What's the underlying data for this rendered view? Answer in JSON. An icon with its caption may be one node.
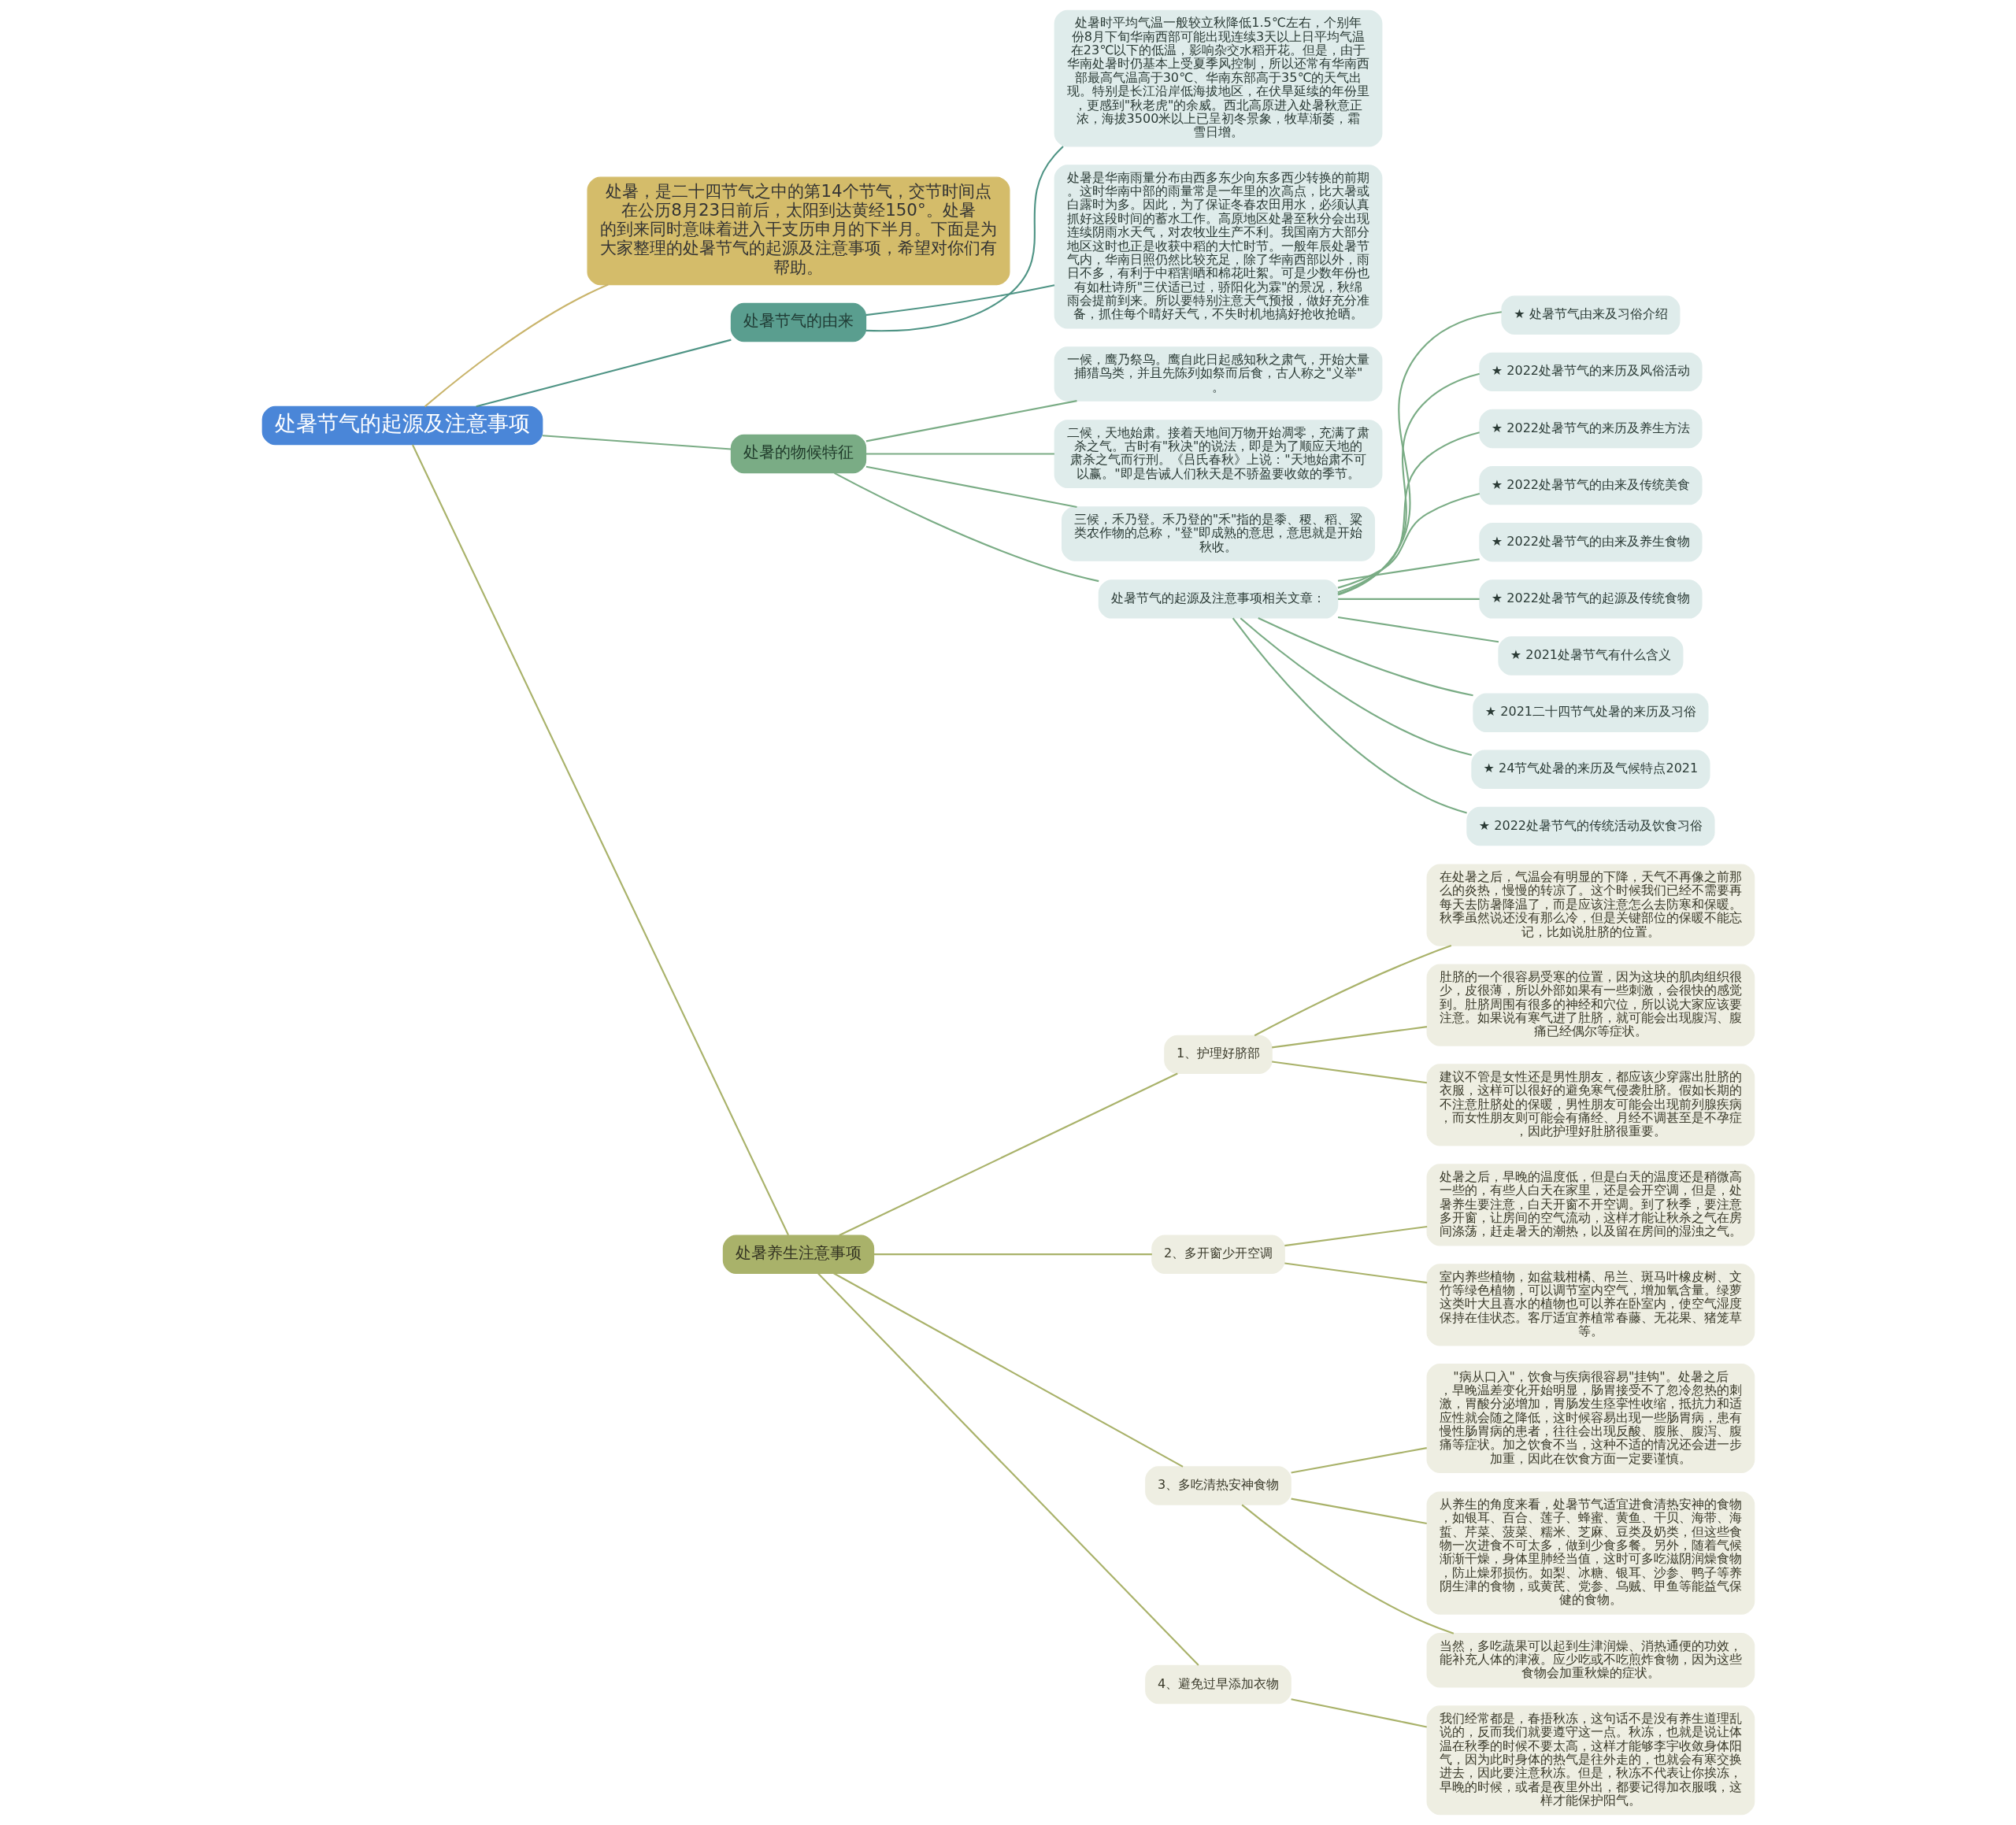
{
  "diagram": {
    "nodes": [
      {
        "text": [
          "处暑节气的起源及注意事项"
        ]
      },
      {
        "text": [
          "处暑，是二十四节气之中的第14个节气，交节时间点在公历8月23日前后，太阳到达黄经150°。处暑的到来同时意味着进入干支历申月的下半月。下面是为大家整理的处暑节气的起源及注意事项，希望对你们有帮助。"
        ]
      },
      {
        "text": [
          "处暑节气的由来"
        ]
      },
      {
        "text": [
          "处暑时平均气温一般较立秋降低1.5℃左右，个别年份8月下旬华南西部可能出现连续3天以上日平均气温在23℃以下的低温，影响杂交水稻开花。但是，由于华南处暑时仍基本上受夏季风控制，所以还常有华南西部最高气温高于30℃、华南东部高于35℃的天气出现。特别是长江沿岸低海拔地区，在伏旱延续的年份里，更感到\"秋老虎\"的余威。西北高原进入处暑秋意正浓，海拔3500米以上已呈初冬景象，牧草渐萎，霜雪日增。"
        ]
      },
      {
        "text": [
          "处暑是华南雨量分布由西多东少向东多西少转换的前期。这时华南中部的雨量常是一年里的次高点，比大暑或白露时为多。因此，为了保证冬春农田用水，必须认真抓好这段时间的蓄水工作。高原地区处暑至秋分会出现连续阴雨水天气，对农牧业生产不利。我国南方大部分地区这时也正是收获中稻的大忙时节。一般年辰处暑节气内，华南日照仍然比较充足，除了华南西部以外，雨日不多，有利于中稻割晒和棉花吐絮。可是少数年份也有如杜诗所\"三伏适已过，骄阳化为霖\"的景况，秋绵雨会提前到来。所以要特别注意天气预报，做好充分准备，抓住每个晴好天气，不失时机地搞好抢收抢晒。"
        ]
      },
      {
        "text": [
          "处暑的物候特征"
        ]
      },
      {
        "text": [
          "一候，鹰乃祭鸟。鹰自此日起感知秋之肃气，开始大量捕猎鸟类，并且先陈列如祭而后食，古人称之\"义举\"。"
        ]
      },
      {
        "text": [
          "二候，天地始肃。接着天地间万物开始凋零，充满了肃杀之气。古时有\"秋决\"的说法，即是为了顺应天地的肃杀之气而行刑。《吕氏春秋》上说：\"天地始肃不可以赢。\"即是告诫人们秋天是不骄盈要收敛的季节。"
        ]
      },
      {
        "text": [
          "三候，禾乃登。禾乃登的\"禾\"指的是黍、稷、稻、粱类农作物的总称，\"登\"即成熟的意思，意思就是开始秋收。"
        ]
      },
      {
        "text": [
          "处暑节气的起源及注意事项相关文章："
        ]
      },
      {
        "text": [
          "★ 处暑节气由来及习俗介绍"
        ]
      },
      {
        "text": [
          "★ 2022处暑节气的来历及风俗活动"
        ]
      },
      {
        "text": [
          "★ 2022处暑节气的来历及养生方法"
        ]
      },
      {
        "text": [
          "★ 2022处暑节气的由来及传统美食"
        ]
      },
      {
        "text": [
          "★ 2022处暑节气的由来及养生食物"
        ]
      },
      {
        "text": [
          "★ 2022处暑节气的起源及传统食物"
        ]
      },
      {
        "text": [
          "★ 2021处暑节气有什么含义"
        ]
      },
      {
        "text": [
          "★ 2021二十四节气处暑的来历及习俗"
        ]
      },
      {
        "text": [
          "★ 24节气处暑的来历及气候特点2021"
        ]
      },
      {
        "text": [
          "★ 2022处暑节气的传统活动及饮食习俗"
        ]
      },
      {
        "text": [
          "处暑养生注意事项"
        ]
      },
      {
        "text": [
          "1、护理好脐部"
        ]
      },
      {
        "text": [
          "在处暑之后，气温会有明显的下降，天气不再像之前那么的炎热，慢慢的转凉了。这个时候我们已经不需要再每天去防暑降温了，而是应该注意怎么去防寒和保暖。秋季虽然说还没有那么冷，但是关键部位的保暖不能忘记，比如说肚脐的位置。"
        ]
      },
      {
        "text": [
          "肚脐的一个很容易受寒的位置，因为这块的肌肉组织很少，皮很薄，所以外部如果有一些刺激，会很快的感觉到。肚脐周围有很多的神经和穴位，所以说大家应该要注意。如果说有寒气进了肚脐，就可能会出现腹泻、腹痛已经偶尔等症状。"
        ]
      },
      {
        "text": [
          "建议不管是女性还是男性朋友，都应该少穿露出肚脐的衣服，这样可以很好的避免寒气侵袭肚脐。假如长期的不注意肚脐处的保暖，男性朋友可能会出现前列腺疾病，而女性朋友则可能会有痛经、月经不调甚至是不孕症，因此护理好肚脐很重要。"
        ]
      },
      {
        "text": [
          "2、多开窗少开空调"
        ]
      },
      {
        "text": [
          "处暑之后，早晚的温度低，但是白天的温度还是稍微高一些的，有些人白天在家里，还是会开空调，但是，处暑养生要注意，白天开窗不开空调。到了秋季，要注意多开窗，让房间的空气流动，这样才能让秋杀之气在房间涤荡，赶走暑天的潮热，以及留在房间的湿浊之气。"
        ]
      },
      {
        "text": [
          "室内养些植物，如盆栽柑橘、吊兰、斑马叶橡皮树、文竹等绿色植物，可以调节室内空气，增加氧含量。绿萝这类叶大且喜水的植物也可以养在卧室内，使空气湿度保持在佳状态。客厅适宜养植常春藤、无花果、猪笼草等。"
        ]
      },
      {
        "text": [
          "3、多吃清热安神食物"
        ]
      },
      {
        "text": [
          "\"病从口入\"，饮食与疾病很容易\"挂钩\"。处暑之后，早晚温差变化开始明显，肠胃接受不了忽冷忽热的刺激，胃酸分泌增加，胃肠发生痉挛性收缩，抵抗力和适应性就会随之降低，这时候容易出现一些肠胃病，患有慢性肠胃病的患者，往往会出现反酸、腹胀、腹泻、腹痛等症状。加之饮食不当，这种不适的情况还会进一步加重，因此在饮食方面一定要谨慎。"
        ]
      },
      {
        "text": [
          "从养生的角度来看，处暑节气适宜进食清热安神的食物，如银耳、百合、莲子、蜂蜜、黄鱼、干贝、海带、海蜇、芹菜、菠菜、糯米、芝麻、豆类及奶类，但这些食物一次进食不可太多，做到少食多餐。另外，随着气候渐渐干燥，身体里肺经当值，这时可多吃滋阴润燥食物，防止燥邪损伤。如梨、冰糖、银耳、沙参、鸭子等养阴生津的食物，或黄芪、党参、乌贼、甲鱼等能益气保健的食物。"
        ]
      },
      {
        "text": [
          "当然，多吃蔬果可以起到生津润燥、消热通便的功效，能补充人体的津液。应少吃或不吃煎炸食物，因为这些食物会加重秋燥的症状。"
        ]
      },
      {
        "text": [
          "4、避免过早添加衣物"
        ]
      },
      {
        "text": [
          "我们经常都是，春捂秋冻，这句话不是没有养生道理乱说的，反而我们就要遵守这一点。秋冻，也就是说让体温在秋季的时候不要太高，这样才能够李宇收敛身体阳气，因为此时身体的热气是往外走的，也就会有寒交换进去，因此要注意秋冻。但是，秋冻不代表让你挨冻，早晚的时候，或者是夜里外出，都要记得加衣服哦，这样才能保护阳气。"
        ]
      }
    ],
    "edges": [
      {
        "from": 0,
        "to": 1,
        "arrow": "none",
        "color": "#c9b46b"
      },
      {
        "from": 0,
        "to": 2,
        "arrow": "none",
        "color": "#4f9485"
      },
      {
        "from": 2,
        "to": 3,
        "arrow": "none",
        "color": "#4f9485"
      },
      {
        "from": 2,
        "to": 4,
        "arrow": "none",
        "color": "#4f9485"
      },
      {
        "from": 0,
        "to": 5,
        "arrow": "none"
      },
      {
        "from": 5,
        "to": 6,
        "arrow": "none"
      },
      {
        "from": 5,
        "to": 7,
        "arrow": "none"
      },
      {
        "from": 5,
        "to": 8,
        "arrow": "none"
      },
      {
        "from": 5,
        "to": 9,
        "arrow": "none"
      },
      {
        "from": 9,
        "to": 10,
        "arrow": "none"
      },
      {
        "from": 9,
        "to": 11,
        "arrow": "none"
      },
      {
        "from": 9,
        "to": 12,
        "arrow": "none"
      },
      {
        "from": 9,
        "to": 13,
        "arrow": "none"
      },
      {
        "from": 9,
        "to": 14,
        "arrow": "none"
      },
      {
        "from": 9,
        "to": 15,
        "arrow": "none"
      },
      {
        "from": 9,
        "to": 16,
        "arrow": "none"
      },
      {
        "from": 9,
        "to": 17,
        "arrow": "none"
      },
      {
        "from": 9,
        "to": 18,
        "arrow": "none"
      },
      {
        "from": 9,
        "to": 19,
        "arrow": "none"
      },
      {
        "from": 0,
        "to": 20,
        "arrow": "none",
        "color": "#a9b26a"
      },
      {
        "from": 20,
        "to": 21,
        "arrow": "none",
        "color": "#a9b26a"
      },
      {
        "from": 21,
        "to": 22,
        "arrow": "none",
        "color": "#a9b26a"
      },
      {
        "from": 21,
        "to": 23,
        "arrow": "none",
        "color": "#a9b26a"
      },
      {
        "from": 21,
        "to": 24,
        "arrow": "none",
        "color": "#a9b26a"
      },
      {
        "from": 20,
        "to": 25,
        "arrow": "none",
        "color": "#a9b26a"
      },
      {
        "from": 25,
        "to": 26,
        "arrow": "none",
        "color": "#a9b26a"
      },
      {
        "from": 25,
        "to": 27,
        "arrow": "none",
        "color": "#a9b26a"
      },
      {
        "from": 20,
        "to": 28,
        "arrow": "none",
        "color": "#a9b26a"
      },
      {
        "from": 28,
        "to": 29,
        "arrow": "none",
        "color": "#a9b26a"
      },
      {
        "from": 28,
        "to": 30,
        "arrow": "none",
        "color": "#a9b26a"
      },
      {
        "from": 28,
        "to": 31,
        "arrow": "none",
        "color": "#a9b26a"
      },
      {
        "from": 20,
        "to": 32,
        "arrow": "none",
        "color": "#a9b26a"
      },
      {
        "from": 32,
        "to": 33,
        "arrow": "none",
        "color": "#a9b26a"
      }
    ]
  }
}
